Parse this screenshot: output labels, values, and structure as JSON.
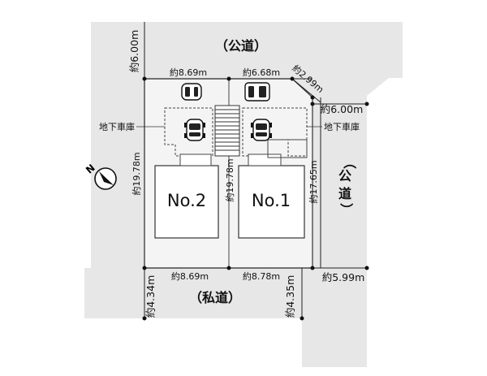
{
  "roads": {
    "public_top": "（公道）",
    "public_right": [
      "（",
      "公",
      "道",
      "）"
    ],
    "private_bottom": "（私道）"
  },
  "lots": {
    "no2": "No.2",
    "no1": "No.1"
  },
  "labels": {
    "garage_left": "地下車庫",
    "garage_right": "地下車庫"
  },
  "dimensions": {
    "top_road_width": "約6.00m",
    "top_left": "約8.69m",
    "top_right": "約6.68m",
    "corner": "約2.99m",
    "right_road_top": "約6.00m",
    "left_depth": "約19.78m",
    "center_depth": "約19.78m",
    "right_depth": "約17.65m",
    "bottom_left": "約8.69m",
    "bottom_right": "約8.78m",
    "right_road_bottom": "約5.99m",
    "private_left": "約4.34m",
    "private_right": "約4.35m"
  },
  "icons": [
    "north-arrow-icon",
    "car-icon"
  ],
  "colors": {
    "road": "#e7e7e7",
    "lot": "#f4f4f4",
    "line": "#222222"
  }
}
